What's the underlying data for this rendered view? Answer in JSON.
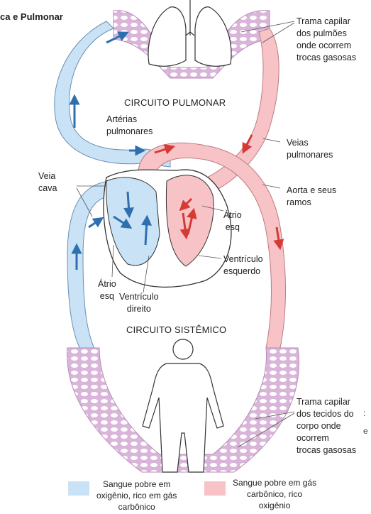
{
  "title": "ca e Pulmonar",
  "sections": {
    "pulmonary": "CIRCUITO PULMONAR",
    "systemic": "CIRCUITO SISTÊMICO"
  },
  "labels": {
    "lung_capillary": [
      "Trama capilar",
      "dos pulmões",
      "onde ocorrem",
      "trocas gasosas"
    ],
    "pulmonary_arteries": [
      "Artérias",
      "pulmonares"
    ],
    "pulmonary_veins": [
      "Veias",
      "pulmonares"
    ],
    "vena_cava": [
      "Veia",
      "cava"
    ],
    "aorta": [
      "Aorta e seus",
      "ramos"
    ],
    "left_atrium": [
      "Átrio",
      "esq"
    ],
    "left_ventricle": [
      "Ventrículo",
      "esquerdo"
    ],
    "right_atrium": [
      "Átrio",
      "esq"
    ],
    "right_ventricle": [
      "Ventrículo",
      "direito"
    ],
    "body_capillary": [
      "Trama capilar",
      "dos tecidos do",
      "corpo onde",
      "ocorrem",
      "trocas gasosas"
    ]
  },
  "legend": {
    "blue": {
      "text": [
        "Sangue pobre em",
        "oxigênio, rico em gás",
        "carbônico"
      ],
      "color": "#c9e2f5"
    },
    "red": {
      "text": [
        "Sangue pobre em gás",
        "carbônico, rico",
        "oxigênio"
      ],
      "color": "#f7c3c6"
    }
  },
  "fragments": [
    ":",
    "e"
  ],
  "colors": {
    "blue_vessel": "#c9e2f5",
    "red_vessel": "#f7c3c6",
    "capillary": "#d9b5d9",
    "blue_arrow": "#2e6fb0",
    "red_arrow": "#d63a35",
    "outline": "#333333"
  }
}
